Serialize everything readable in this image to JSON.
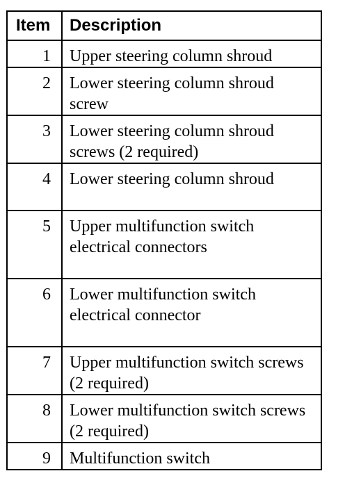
{
  "table": {
    "headers": {
      "item": "Item",
      "description": "Description"
    },
    "rows": [
      {
        "item": "1",
        "description": "Upper steering column shroud"
      },
      {
        "item": "2",
        "description": "Lower steering column shroud screw"
      },
      {
        "item": "3",
        "description": "Lower steering column shroud screws (2 required)"
      },
      {
        "item": "4",
        "description": "Lower steering column shroud"
      },
      {
        "item": "5",
        "description": "Upper multifunction switch electrical connectors"
      },
      {
        "item": "6",
        "description": "Lower multifunction switch electrical connector"
      },
      {
        "item": "7",
        "description": "Upper multifunction switch screws (2 required)"
      },
      {
        "item": "8",
        "description": "Lower multifunction switch screws (2 required)"
      },
      {
        "item": "9",
        "description": "Multifunction switch"
      }
    ]
  }
}
